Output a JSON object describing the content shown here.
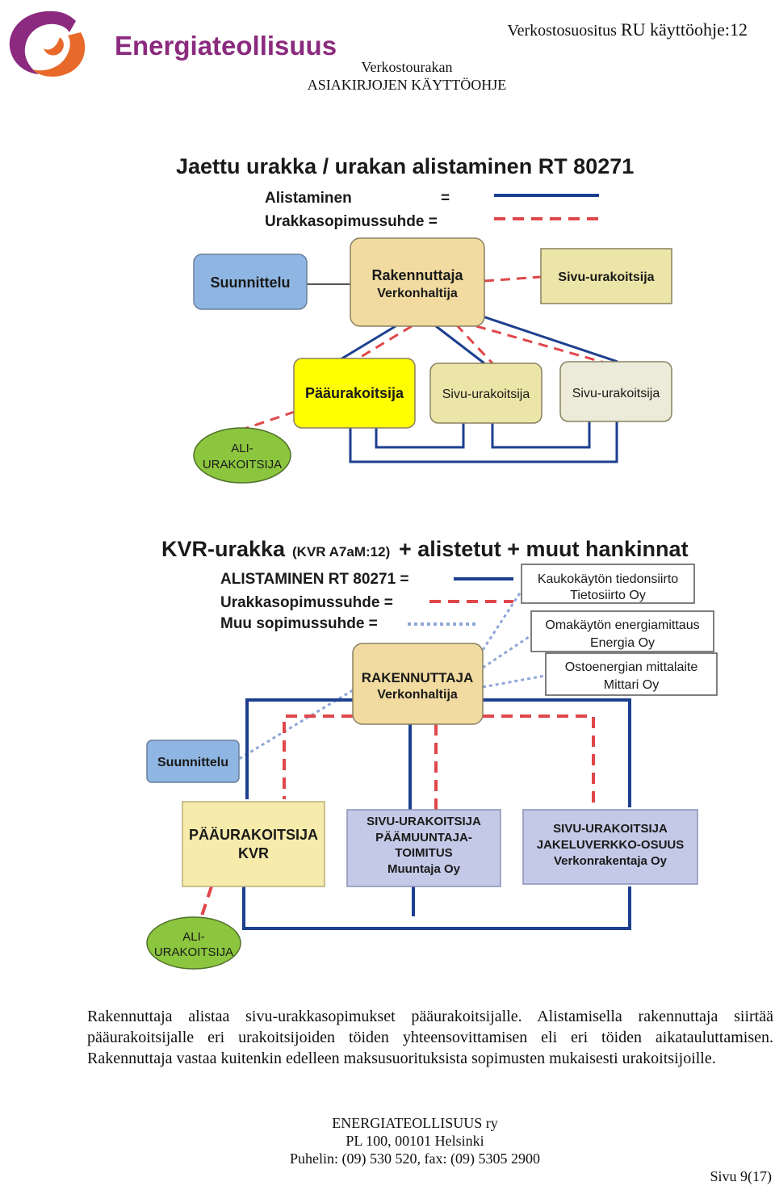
{
  "header": {
    "logo_text": "Energiateollisuus",
    "doc_ref_prefix": "Verkostosuositus",
    "doc_ref_main": "RU käyttöohje:12",
    "subtitle_line1": "Verkostourakan",
    "subtitle_line2": "ASIAKIRJOJEN KÄYTTÖOHJE"
  },
  "diagram1": {
    "title": "Jaettu urakka / urakan alistaminen RT 80271",
    "legend_alistaminen": "Alistaminen",
    "legend_urakka": "Urakkasopimussuhde =",
    "legend_eq": "=",
    "suunnittelu": "Suunnittelu",
    "rakennuttaja_1": "Rakennuttaja",
    "rakennuttaja_2": "Verkonhaltija",
    "sivu_top": "Sivu-urakoitsija",
    "paaurakoitsija": "Pääurakoitsija",
    "sivu_mid": "Sivu-urakoitsija",
    "sivu_right": "Sivu-urakoitsija",
    "ali_1": "ALI-",
    "ali_2": "URAKOITSIJA"
  },
  "diagram2": {
    "title_a": "KVR-urakka",
    "title_b": "(KVR A7aM:12)",
    "title_c": "+ alistetut + muut hankinnat",
    "legend_alistaminen": "ALISTAMINEN RT 80271 =",
    "legend_urakka": "Urakkasopimussuhde =",
    "legend_muu": "Muu sopimussuhde =",
    "kauko_1": "Kaukokäytön tiedonsiirto",
    "kauko_2": "Tietosiirto Oy",
    "omakaytto_1": "Omakäytön energiamittaus",
    "omakaytto_2": "Energia Oy",
    "ostoenergia_1": "Ostoenergian mittalaite",
    "ostoenergia_2": "Mittari Oy",
    "rakennuttaja_1": "RAKENNUTTAJA",
    "rakennuttaja_2": "Verkonhaltija",
    "suunnittelu": "Suunnittelu",
    "paaurak_1": "PÄÄURAKOITSIJA",
    "paaurak_2": "KVR",
    "sivu1_1": "SIVU-URAKOITSIJA",
    "sivu1_2": "PÄÄMUUNTAJA-",
    "sivu1_3": "TOIMITUS",
    "sivu1_4": "Muuntaja Oy",
    "sivu2_1": "SIVU-URAKOITSIJA",
    "sivu2_2": "JAKELUVERKKO-OSUUS",
    "sivu2_3": "Verkonrakentaja Oy",
    "ali_1": "ALI-",
    "ali_2": "URAKOITSIJA"
  },
  "body_text": "Rakennuttaja alistaa sivu-urakkasopimukset pääurakoitsijalle. Alistamisella rakennuttaja siirtää pääurakoitsijalle eri urakoitsijoiden töiden yhteensovittamisen eli eri töiden aikatauluttamisen. Rakennuttaja vastaa kuitenkin edelleen maksusuorituksista sopimusten mukaisesti urakoitsijoille.",
  "footer": {
    "line1": "ENERGIATEOLLISUUS ry",
    "line2": "PL 100, 00101 Helsinki",
    "line3": "Puhelin: (09) 530 520,  fax: (09) 5305 2900"
  },
  "page_number": "Sivu 9(17)",
  "colors": {
    "brand_purple": "#8b2a7e",
    "brand_orange": "#e8692a",
    "line_blue": "#1d3f8f",
    "line_red": "#e0474a",
    "box_blue": "#8fb6e3",
    "box_beige": "#f1dba0",
    "box_yellow": "#ffff00",
    "box_khaki": "#ece5a8",
    "box_grey": "#ecebd9",
    "ellipse_green": "#8cc63f",
    "box_lavender": "#c3c9e6",
    "box_cream": "#f6ebab"
  }
}
